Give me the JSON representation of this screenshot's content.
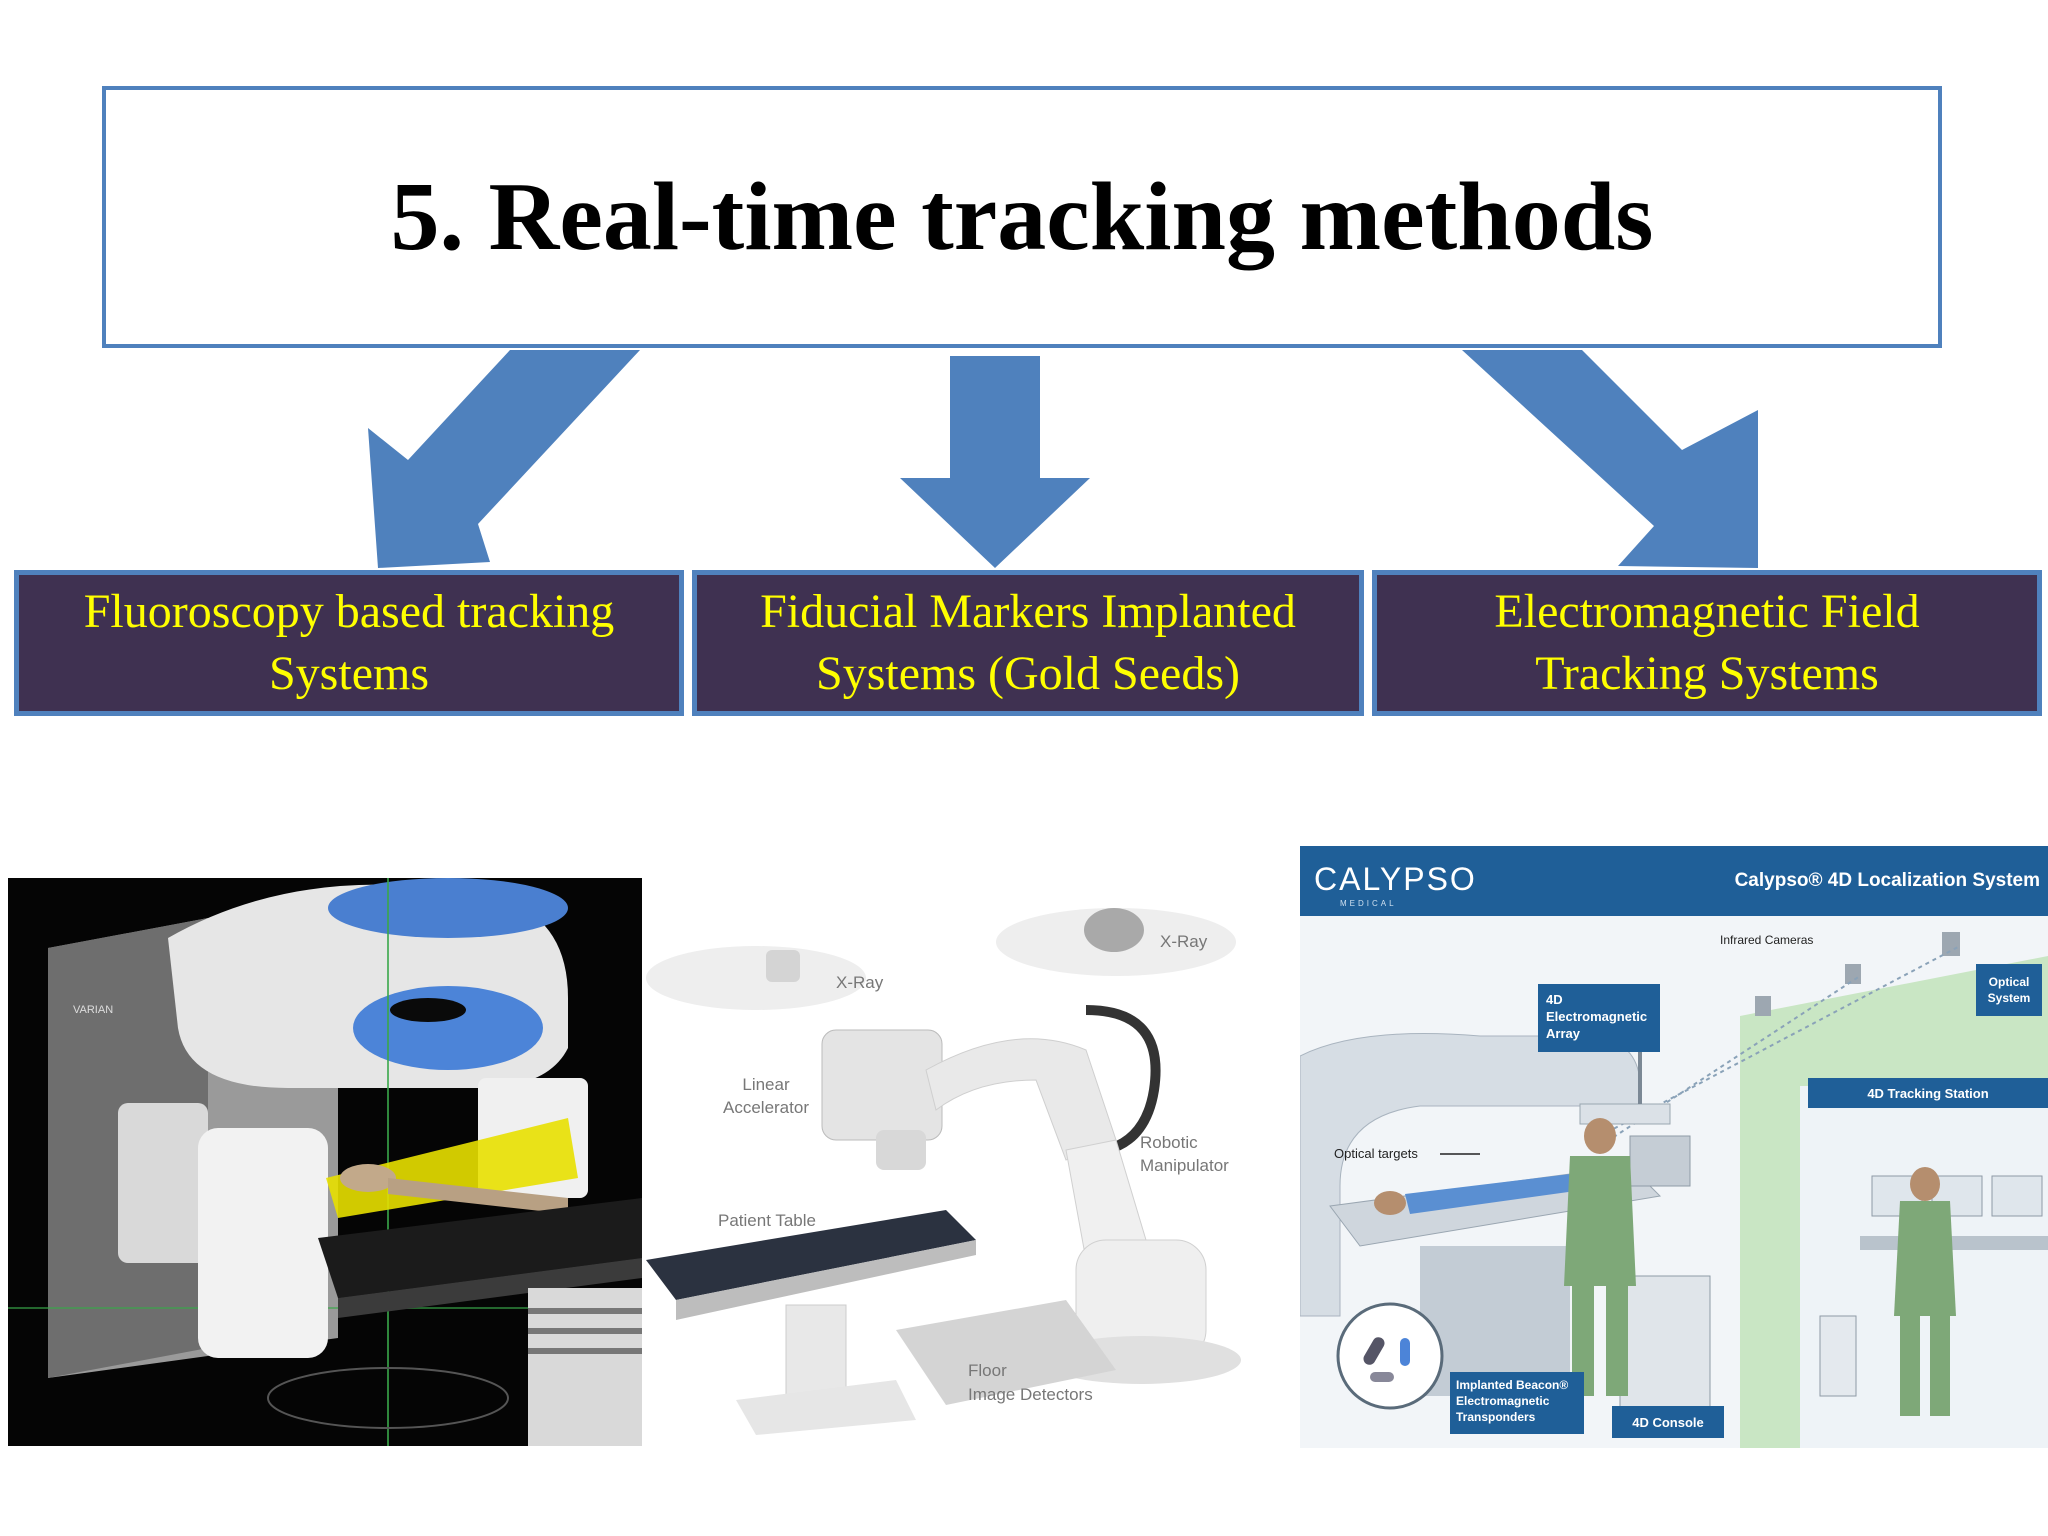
{
  "slide": {
    "title": "5. Real-time tracking methods",
    "methods": [
      {
        "label": "Fluoroscopy based tracking\nSystems"
      },
      {
        "label": "Fiducial Markers Implanted\nSystems (Gold Seeds)"
      },
      {
        "label": "Electromagnetic Field\nTracking Systems"
      }
    ],
    "colors": {
      "arrow": "#4f81bd",
      "box_fill": "#3f3151",
      "box_text": "#ffff00",
      "box_border": "#4f81bd"
    }
  },
  "linac_image": {
    "logo": "VARIAN"
  },
  "cyberknife_image": {
    "labels": {
      "xray_left": "X-Ray",
      "xray_right": "X-Ray",
      "linear_accelerator_1": "Linear",
      "linear_accelerator_2": "Accelerator",
      "robotic_manipulator_1": "Robotic",
      "robotic_manipulator_2": "Manipulator",
      "patient_table": "Patient Table",
      "floor_detectors_1": "Floor",
      "floor_detectors_2": "Image Detectors"
    }
  },
  "calypso_image": {
    "logo": "CALYPSO",
    "logo_sub": "MEDICAL",
    "header": "Calypso® 4D Localization System",
    "labels": {
      "infrared_cameras": "Infrared Cameras",
      "optical_system_1": "Optical",
      "optical_system_2": "System",
      "em_array_1": "4D",
      "em_array_2": "Electromagnetic",
      "em_array_3": "Array",
      "tracking_station": "4D Tracking Station",
      "optical_targets": "Optical targets",
      "beacon_1": "Implanted Beacon®",
      "beacon_2": "Electromagnetic",
      "beacon_3": "Transponders",
      "console": "4D Console"
    }
  }
}
